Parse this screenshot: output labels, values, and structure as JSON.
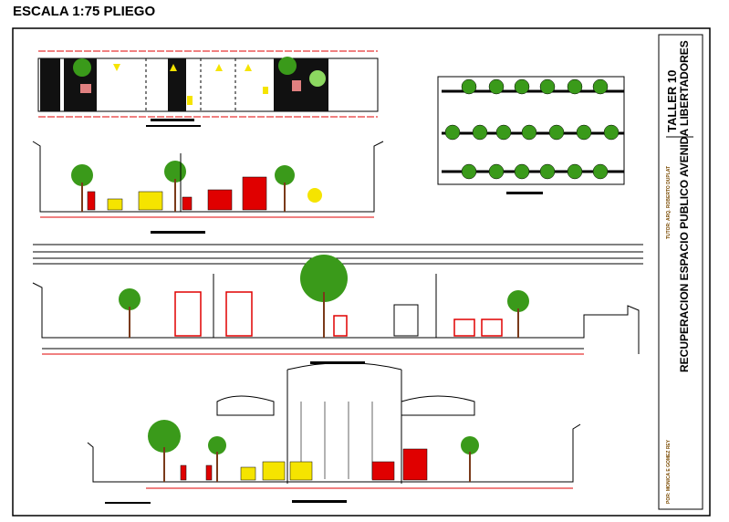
{
  "header": {
    "scale": "ESCALA 1:75 PLIEGO"
  },
  "title_block": {
    "workshop": "TALLER 10",
    "project": "RECUPERACION ESPACIO PUBLICO AVENIDA LIBERTADORES",
    "tutor": "TUTOR: ARQ. ROBERTO DUPLAT",
    "author": "POR: MONICA E GOMEZ REY"
  },
  "colors": {
    "tree": "#3a9a1a",
    "vehicle_red": "#e00000",
    "vehicle_yellow": "#f5e400",
    "line": "#000000"
  }
}
